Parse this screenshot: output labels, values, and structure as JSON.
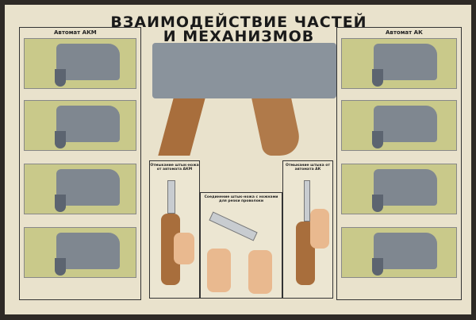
{
  "title": {
    "line1": "ВЗАИМОДЕЙСТВИЕ ЧАСТЕЙ",
    "line2": "И МЕХАНИЗМОВ"
  },
  "left_panel": {
    "heading": "Автомат АКМ",
    "rows": 4
  },
  "right_panel": {
    "heading": "Автомат АК",
    "rows": 4
  },
  "insets": {
    "left": "Отмыкание штык-ножа от автомата АКМ",
    "center": "Соединение штык-ножа с ножнами для резки проволоки",
    "right": "Отмыкание штыка от автомата АК"
  },
  "colors": {
    "background": "#e9e2cc",
    "panel_green": "#c9c98a",
    "metal": "#7f8790",
    "wood": "#a86e3c"
  }
}
